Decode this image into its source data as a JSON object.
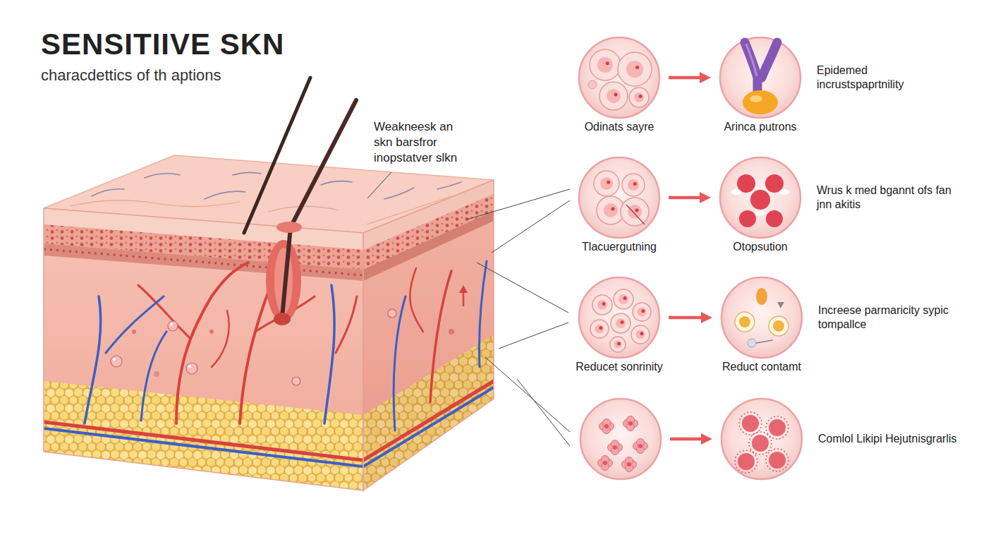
{
  "diagram": {
    "title": "SENSITIIVE SKN",
    "nodes": [
      {
        "text": [
          "Odinats sayre"
        ]
      },
      {
        "text": [
          "Arinca putrons",
          "Epidemed incrustspaprtnility"
        ]
      },
      {
        "text": [
          "Tlacuergutning"
        ]
      },
      {
        "text": [
          "Otopsution",
          "Wrus k med bgannt ofs fan jnn akitis"
        ]
      },
      {
        "text": [
          "Reducet sonrinity"
        ]
      },
      {
        "text": [
          "Reduct contamt",
          "Increese parmaricity sypic tompallce"
        ]
      },
      {
        "text": []
      },
      {
        "text": [
          "Comlol Likipi Hejutnisgrarlis"
        ]
      }
    ],
    "edges": [
      {
        "from": 0,
        "to": 1,
        "arrow": "to"
      },
      {
        "from": 2,
        "to": 3,
        "arrow": "to"
      },
      {
        "from": 4,
        "to": 5,
        "arrow": "to"
      },
      {
        "from": 6,
        "to": 7,
        "arrow": "to"
      }
    ],
    "labels": [
      "characdettics of th aptions",
      "Weakneesk an skn barsfror inopstatver slkn"
    ]
  }
}
